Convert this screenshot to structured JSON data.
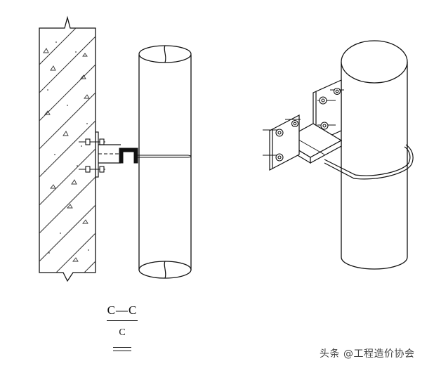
{
  "section_label": "C—C",
  "section_sublabel": "C",
  "watermark": "头条 @工程造价协会"
}
